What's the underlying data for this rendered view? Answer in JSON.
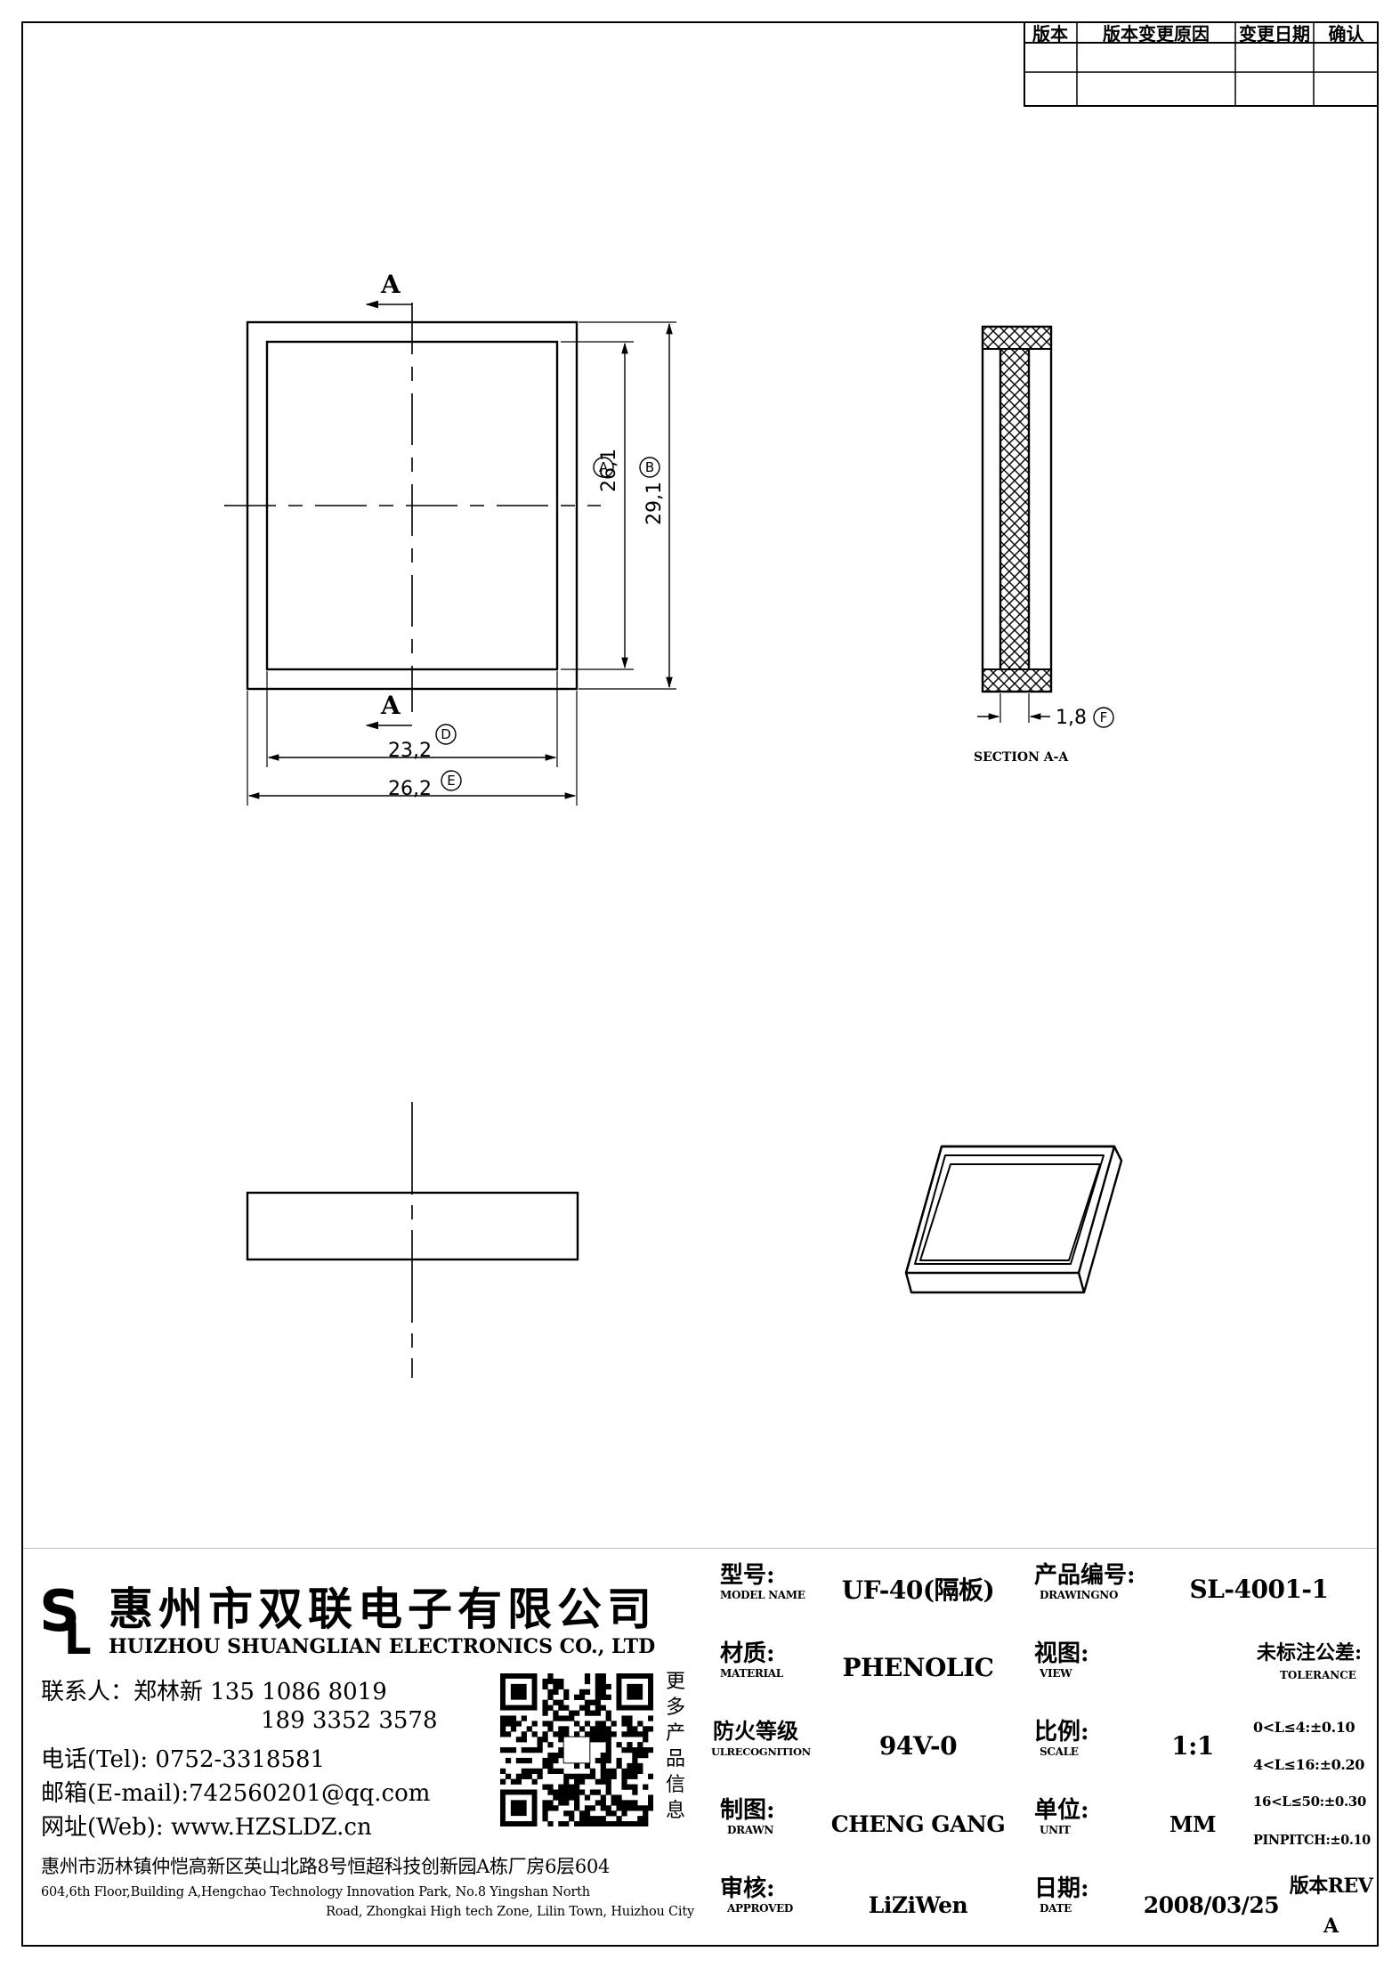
{
  "revision_table": {
    "headers": [
      "版本",
      "版本变更原因",
      "变更日期",
      "确认"
    ]
  },
  "drawing": {
    "section_label": "A",
    "dimensions": {
      "a_value": "26,1",
      "a_marker": "A",
      "b_value": "29,1",
      "b_marker": "B",
      "d_value": "23,2",
      "d_marker": "D",
      "e_value": "26,2",
      "e_marker": "E",
      "f_value": "1,8",
      "f_marker": "F"
    },
    "section_caption": "SECTION A-A"
  },
  "company": {
    "name_cn": "惠州市双联电子有限公司",
    "name_en": "HUIZHOU SHUANGLIAN ELECTRONICS CO., LTD",
    "contact_line1": "联系人：郑林新 135 1086 8019",
    "contact_line2": "189 3352 3578",
    "tel": "电话(Tel): 0752-3318581",
    "email": "邮箱(E-mail):742560201@qq.com",
    "web": "网址(Web): www.HZSLDZ.cn",
    "qr_caption": [
      "更",
      "多",
      "产",
      "品",
      "信",
      "息"
    ],
    "address_cn": "惠州市沥林镇仲恺高新区英山北路8号恒超科技创新园A栋厂房6层604",
    "address_en_line1": "604,6th Floor,Building A,Hengchao Technology Innovation Park, No.8 Yingshan North",
    "address_en_line2": "Road, Zhongkai High tech Zone, Lilin Town, Huizhou City"
  },
  "title_block": {
    "model_label_cn": "型号:",
    "model_label_en": "MODEL NAME",
    "model_value": "UF-40(隔板)",
    "product_no_label_cn": "产品编号:",
    "product_no_label_en": "DRAWINGNO",
    "product_no_value": "SL-4001-1",
    "material_label_cn": "材质:",
    "material_label_en": "MATERIAL",
    "material_value": "PHENOLIC",
    "view_label_cn": "视图:",
    "view_label_en": "VIEW",
    "tolerance_label_cn": "未标注公差:",
    "tolerance_label_en": "TOLERANCE",
    "tolerances": [
      "0<L≤4:±0.10",
      "4<L≤16:±0.20",
      "16<L≤50:±0.30",
      "PINPITCH:±0.10"
    ],
    "fire_label_cn": "防火等级",
    "fire_label_en": "ULRECOGNITION",
    "fire_value": "94V-0",
    "scale_label_cn": "比例:",
    "scale_label_en": "SCALE",
    "scale_value": "1:1",
    "drawn_label_cn": "制图:",
    "drawn_label_en": "DRAWN",
    "drawn_value": "CHENG GANG",
    "unit_label_cn": "单位:",
    "unit_label_en": "UNIT",
    "unit_value": "MM",
    "approved_label_cn": "审核:",
    "approved_label_en": "APPROVED",
    "approved_value": "LiZiWen",
    "date_label_cn": "日期:",
    "date_label_en": "DATE",
    "date_value": "2008/03/25",
    "rev_label": "版本REV",
    "rev_value": "A"
  }
}
